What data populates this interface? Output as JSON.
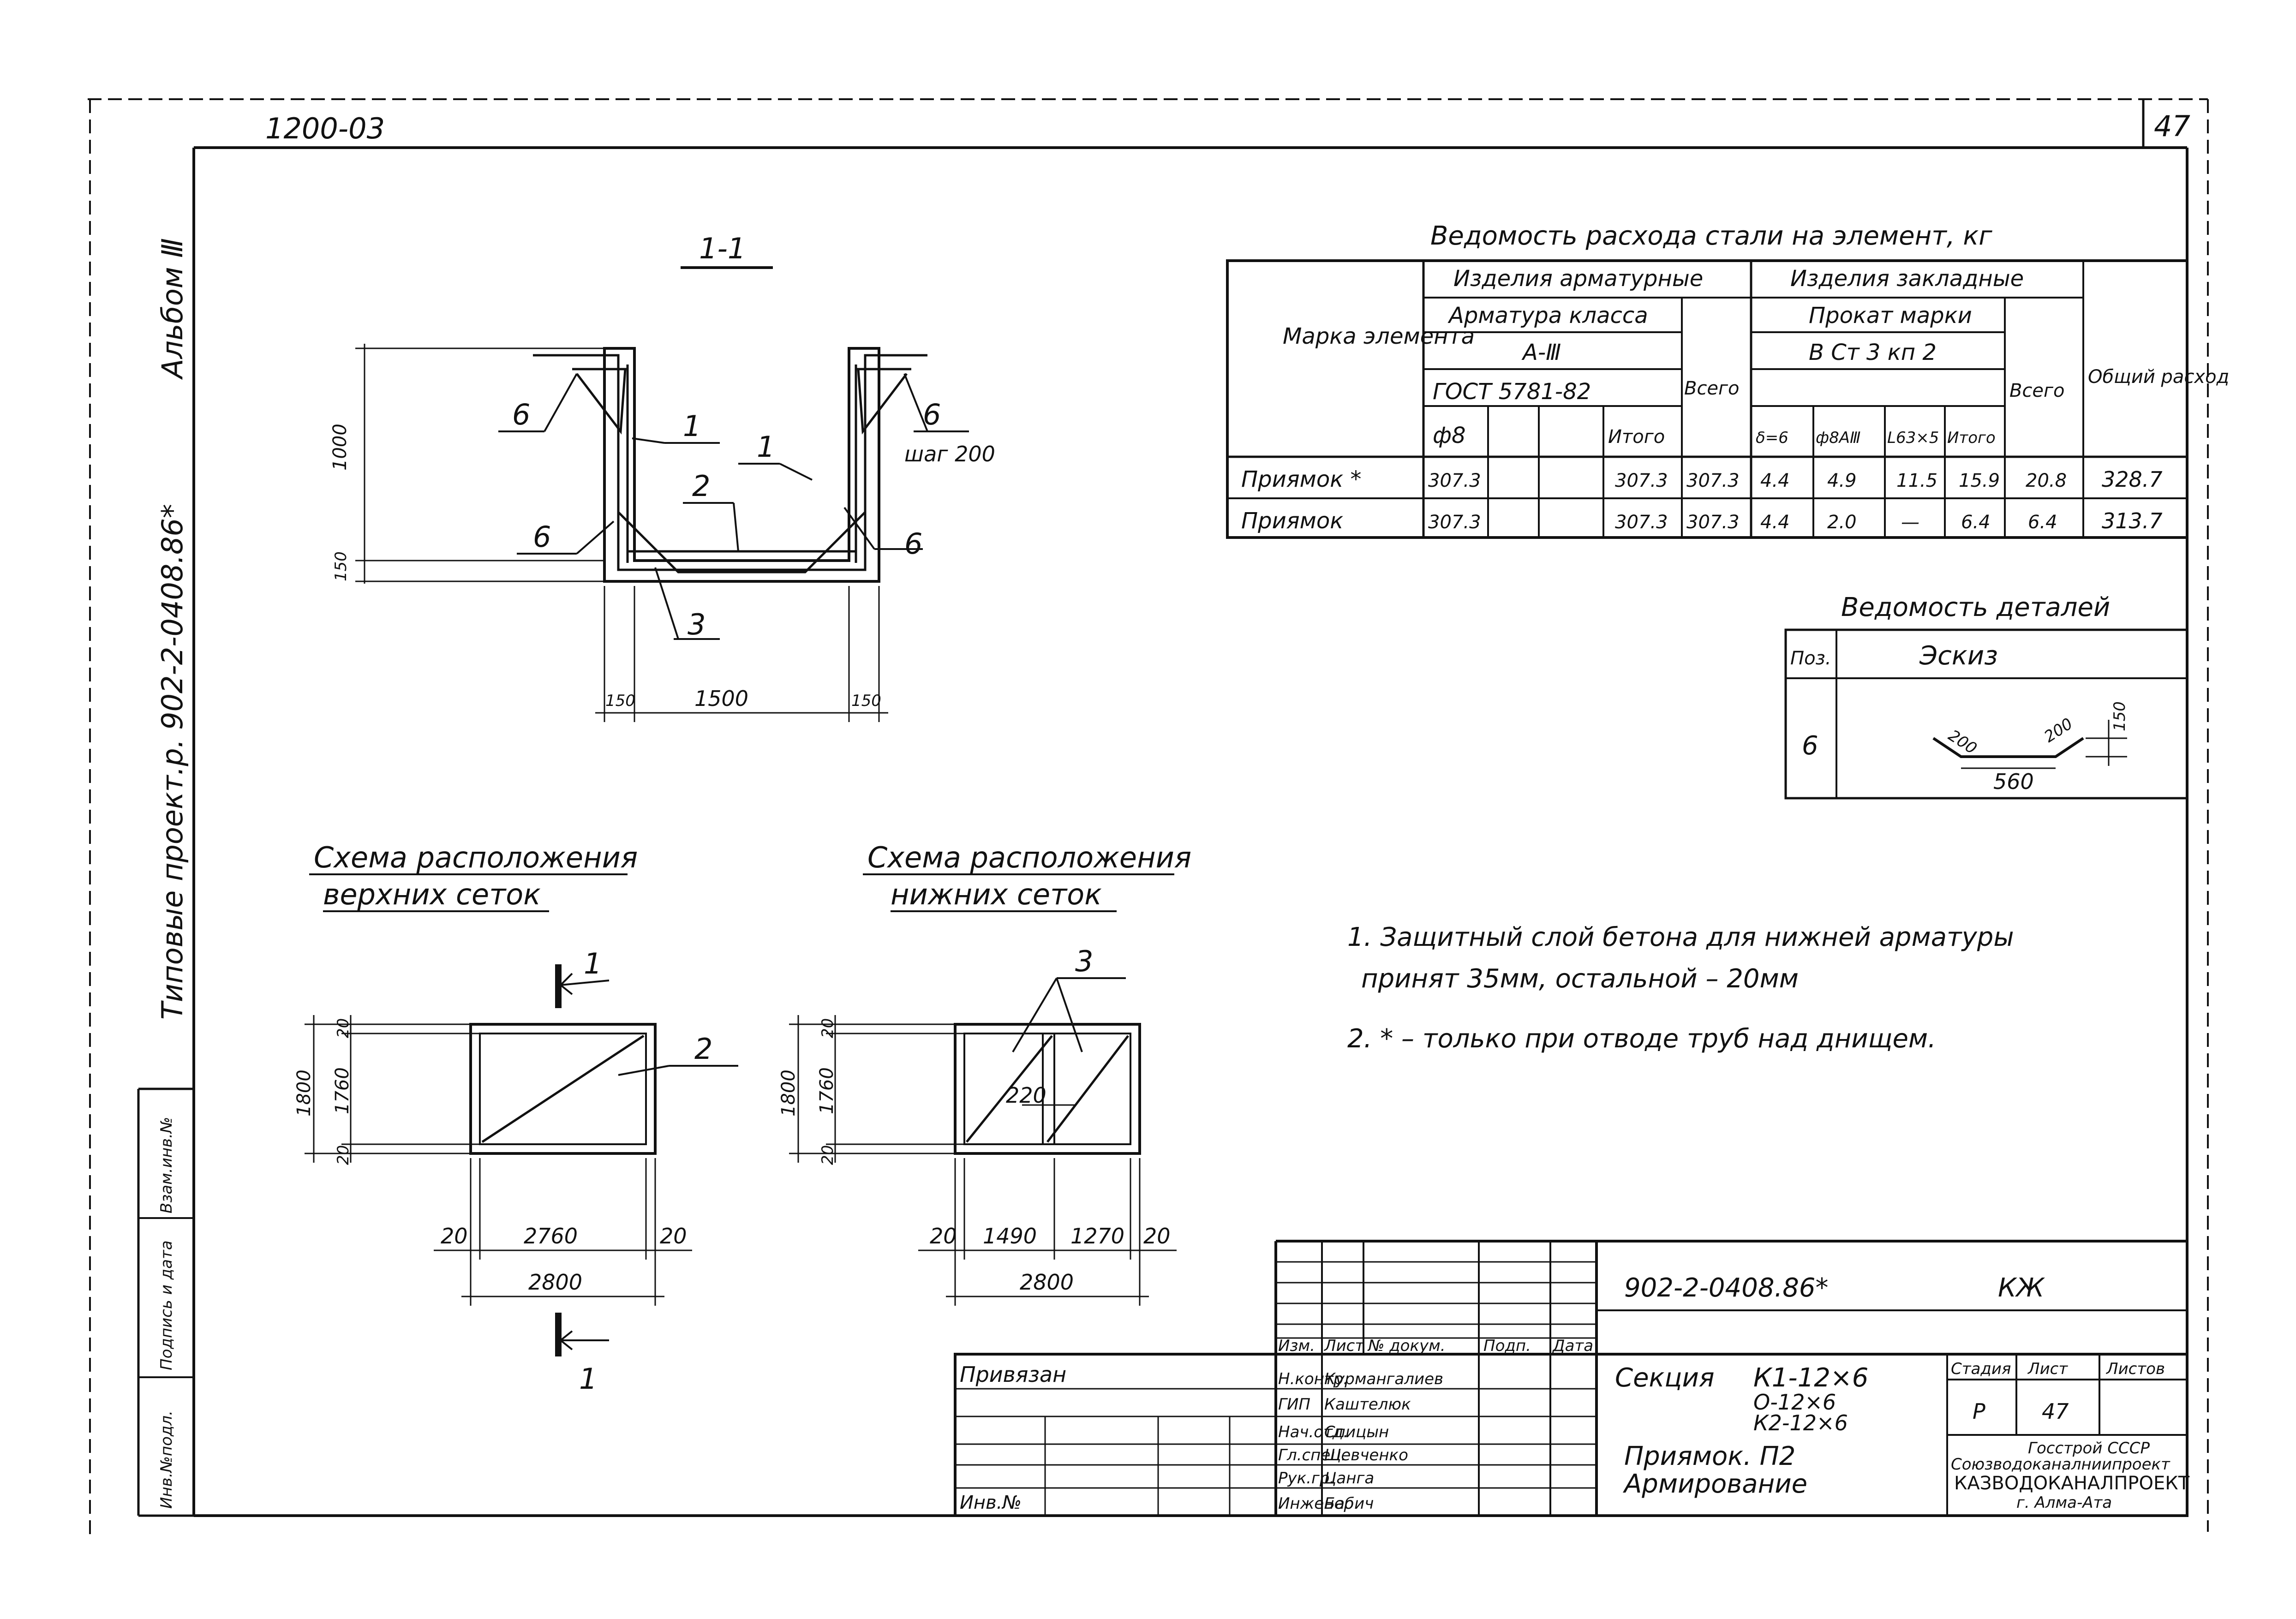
{
  "sheet": {
    "code_top": "1200-03",
    "page_number": "47"
  },
  "left_margin": {
    "album": "Альбом Ⅲ",
    "project": "Типовые проект.р. 902-2-0408.86*",
    "stamp_cells": [
      "Инв.№подл.",
      "Подпись и дата",
      "Взам.инв.№"
    ]
  },
  "section": {
    "title": "1-1",
    "dims": {
      "height_wall": "1000",
      "height_bottom": "150",
      "left": "150",
      "mid": "1500",
      "right": "150"
    },
    "callouts": [
      "6",
      "1",
      "1",
      "6",
      "2",
      "6",
      "6",
      "3"
    ],
    "step_note": "шаг 200"
  },
  "upper_scheme": {
    "title_line1": "Схема расположения",
    "title_line2": "верхних сеток",
    "dims": {
      "top": "20",
      "total_h": "1800",
      "inner_h": "1760",
      "bottom": "20",
      "left": "20",
      "inner_w": "2760",
      "right": "20",
      "total_w": "2800"
    },
    "callout": "2",
    "cut_mark_top": "1",
    "cut_mark_bottom": "1"
  },
  "lower_scheme": {
    "title_line1": "Схема расположения",
    "title_line2": "нижних сеток",
    "dims": {
      "top": "20",
      "total_h": "1800",
      "inner_h": "1760",
      "bottom": "20",
      "left": "20",
      "part1": "1490",
      "part2": "1270",
      "right": "20",
      "total_w": "2800",
      "overlap": "220"
    },
    "callout": "3"
  },
  "steel_table": {
    "title": "Ведомость расхода стали на элемент, кг",
    "headers": {
      "mark": "Марка элемента",
      "rebar_products": "Изделия арматурные",
      "rebar_class": "Арматура класса",
      "class": "A-Ⅲ",
      "gost": "ГОСТ 5781-82",
      "phi8": "ф8",
      "itogo": "Итого",
      "vsego": "Всего",
      "embedded": "Изделия закладные",
      "rolled": "Прокат марки",
      "steel": "В Ст 3 кп 2",
      "s6": "δ=6",
      "phi8aiii": "ф8АⅢ",
      "l63": "L63×5",
      "itogo2": "Итого",
      "vsego2": "Всего",
      "total": "Общий расход"
    },
    "rows": [
      {
        "mark": "Приямок *",
        "phi8": "307.3",
        "itogo": "307.3",
        "vsego": "307.3",
        "s6": "4.4",
        "phi8aiii": "4.9",
        "l63": "11.5",
        "itogo2": "15.9",
        "vsego2": "20.8",
        "total": "328.7"
      },
      {
        "mark": "Приямок",
        "phi8": "307.3",
        "itogo": "307.3",
        "vsego": "307.3",
        "s6": "4.4",
        "phi8aiii": "2.0",
        "l63": "—",
        "itogo2": "6.4",
        "vsego2": "6.4",
        "total": "313.7"
      }
    ]
  },
  "details_table": {
    "title": "Ведомость деталей",
    "col_pos": "Поз.",
    "col_sketch": "Эскиз",
    "row_pos": "6",
    "dims": {
      "a": "200",
      "b": "200",
      "c": "150",
      "base": "560"
    }
  },
  "notes": [
    "1. Защитный слой бетона для нижней арматуры",
    "принят 35мм, остальной  – 20мм",
    "2. * – только при отводе труб над днищем."
  ],
  "title_block": {
    "code": "902-2-0408.86*",
    "mark": "КЖ",
    "privyazan": "Привязан",
    "inv_no": "Инв.№",
    "header_cols": [
      "Изм.",
      "Лист",
      "№ докум.",
      "Подп.",
      "Дата"
    ],
    "people": [
      {
        "role": "Н.контр.",
        "name": "Курмангалиев"
      },
      {
        "role": "ГИП",
        "name": "Каштелюк"
      },
      {
        "role": "Нач.отд.",
        "name": "Спицын"
      },
      {
        "role": "Гл.спец.",
        "name": "Шевченко"
      },
      {
        "role": "Рук.гр.",
        "name": "Цанга"
      },
      {
        "role": "Инженер",
        "name": "Бабич"
      }
    ],
    "section_label": "Секция",
    "section_values": [
      "К1-12×6",
      "О-12×6",
      "К2-12×6"
    ],
    "title_line1": "Приямок. П2",
    "title_line2": "Армирование",
    "stage_label": "Стадия",
    "sheet_label": "Лист",
    "sheets_label": "Листов",
    "stage": "Р",
    "sheet": "47",
    "org_line1": "Госстрой СССР",
    "org_line2": "Союзводоканалниипроект",
    "org_line3": "КАЗВОДОКАНАЛПРОЕКТ",
    "org_line4": "г. Алма-Ата"
  }
}
